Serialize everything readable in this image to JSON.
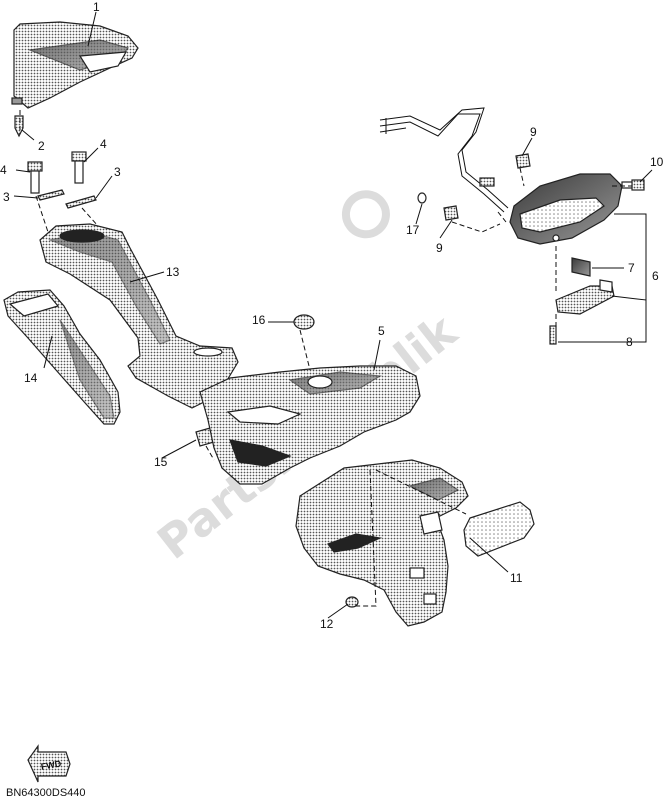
{
  "diagram": {
    "callouts": [
      "1",
      "2",
      "3",
      "3",
      "4",
      "4",
      "5",
      "6",
      "7",
      "8",
      "9",
      "9",
      "10",
      "11",
      "12",
      "13",
      "14",
      "15",
      "16",
      "17"
    ],
    "watermark": "PartsRepublik",
    "fwd_label": "FWD",
    "drawing_code": "BN64300DS440",
    "colors": {
      "line": "#111111",
      "shade": "#555555",
      "light": "#bbbbbb",
      "watermark": "#dcdcdc"
    }
  }
}
